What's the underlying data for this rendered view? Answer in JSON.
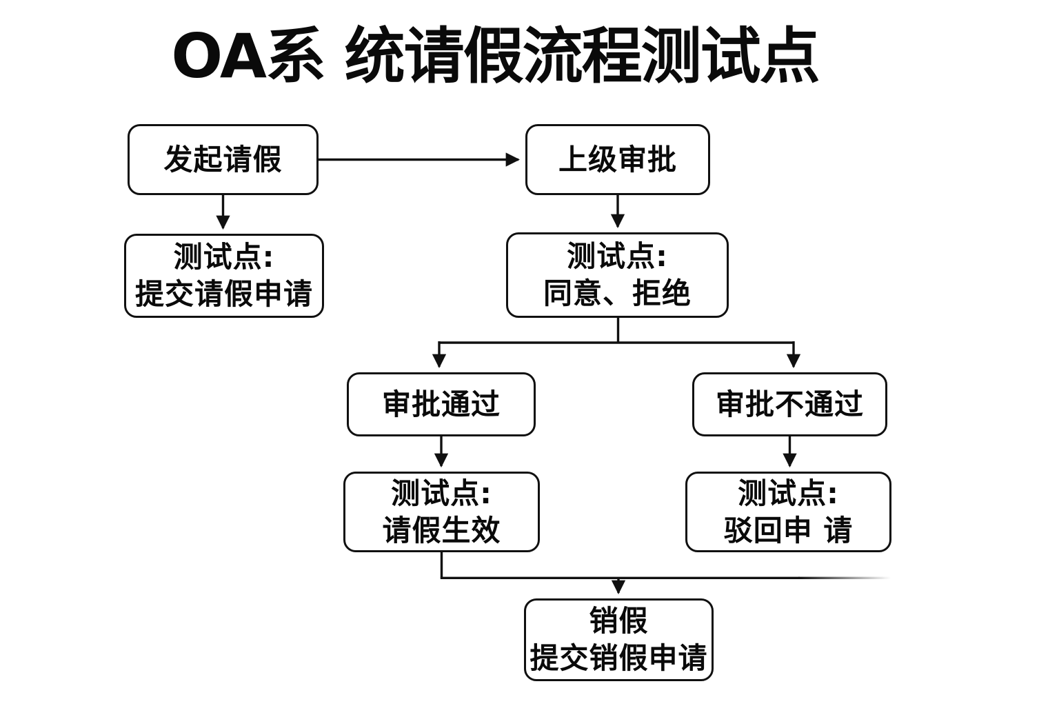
{
  "title": "OA系 统请假流程测试点",
  "colors": {
    "background": "#ffffff",
    "stroke": "#101010",
    "text": "#0a0a0a"
  },
  "nodes": {
    "initiate": {
      "line1": "发起请假"
    },
    "superior": {
      "line1": "上级审批"
    },
    "testSubmit": {
      "line1": "测试点:",
      "line2": "提交请假申请"
    },
    "testAgreeReject": {
      "line1": "测试点:",
      "line2": "同意、拒绝"
    },
    "approved": {
      "line1": "审批通过"
    },
    "notApproved": {
      "line1": "审批不通过"
    },
    "testEffective": {
      "line1": "测试点:",
      "line2": "请假生效"
    },
    "testReject": {
      "line1": "测试点:",
      "line2": "驳回申 请"
    },
    "cancelLeave": {
      "line1": "销假",
      "line2": "提交销假申请"
    }
  },
  "edges": [
    {
      "from": "发起请假",
      "to": "上级审批"
    },
    {
      "from": "发起请假",
      "to": "测试点: 提交请假申请"
    },
    {
      "from": "上级审批",
      "to": "测试点: 同意、拒绝"
    },
    {
      "from": "测试点: 同意、拒绝",
      "to": "审批通过"
    },
    {
      "from": "测试点: 同意、拒绝",
      "to": "审批不通过"
    },
    {
      "from": "审批通过",
      "to": "测试点: 请假生效"
    },
    {
      "from": "审批不通过",
      "to": "测试点: 驳回申 请"
    },
    {
      "from": "测试点: 请假生效",
      "to": "销假 提交销假申请"
    }
  ]
}
